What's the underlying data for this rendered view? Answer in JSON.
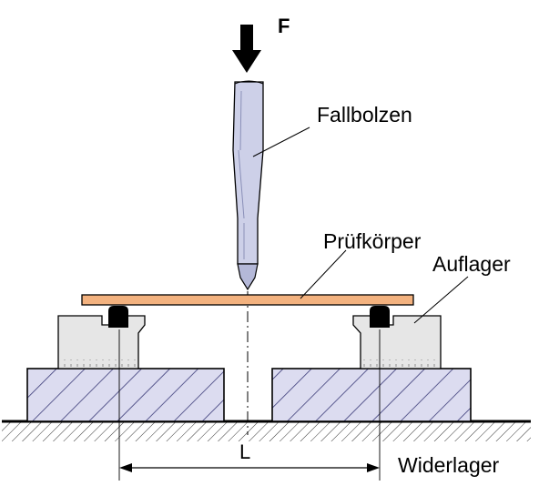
{
  "labels": {
    "force": "F",
    "bolt": "Fallbolzen",
    "specimen": "Prüfkörper",
    "support": "Auflager",
    "span": "L",
    "abutment": "Widerlager"
  },
  "colors": {
    "bolt_fill": "#cdd0e8",
    "specimen_fill": "#f3b27f",
    "support_fill": "#e6e6e6",
    "hatch_fill": "#dcdcf0",
    "hatch_line": "#3a3a78",
    "ink": "#000000"
  }
}
